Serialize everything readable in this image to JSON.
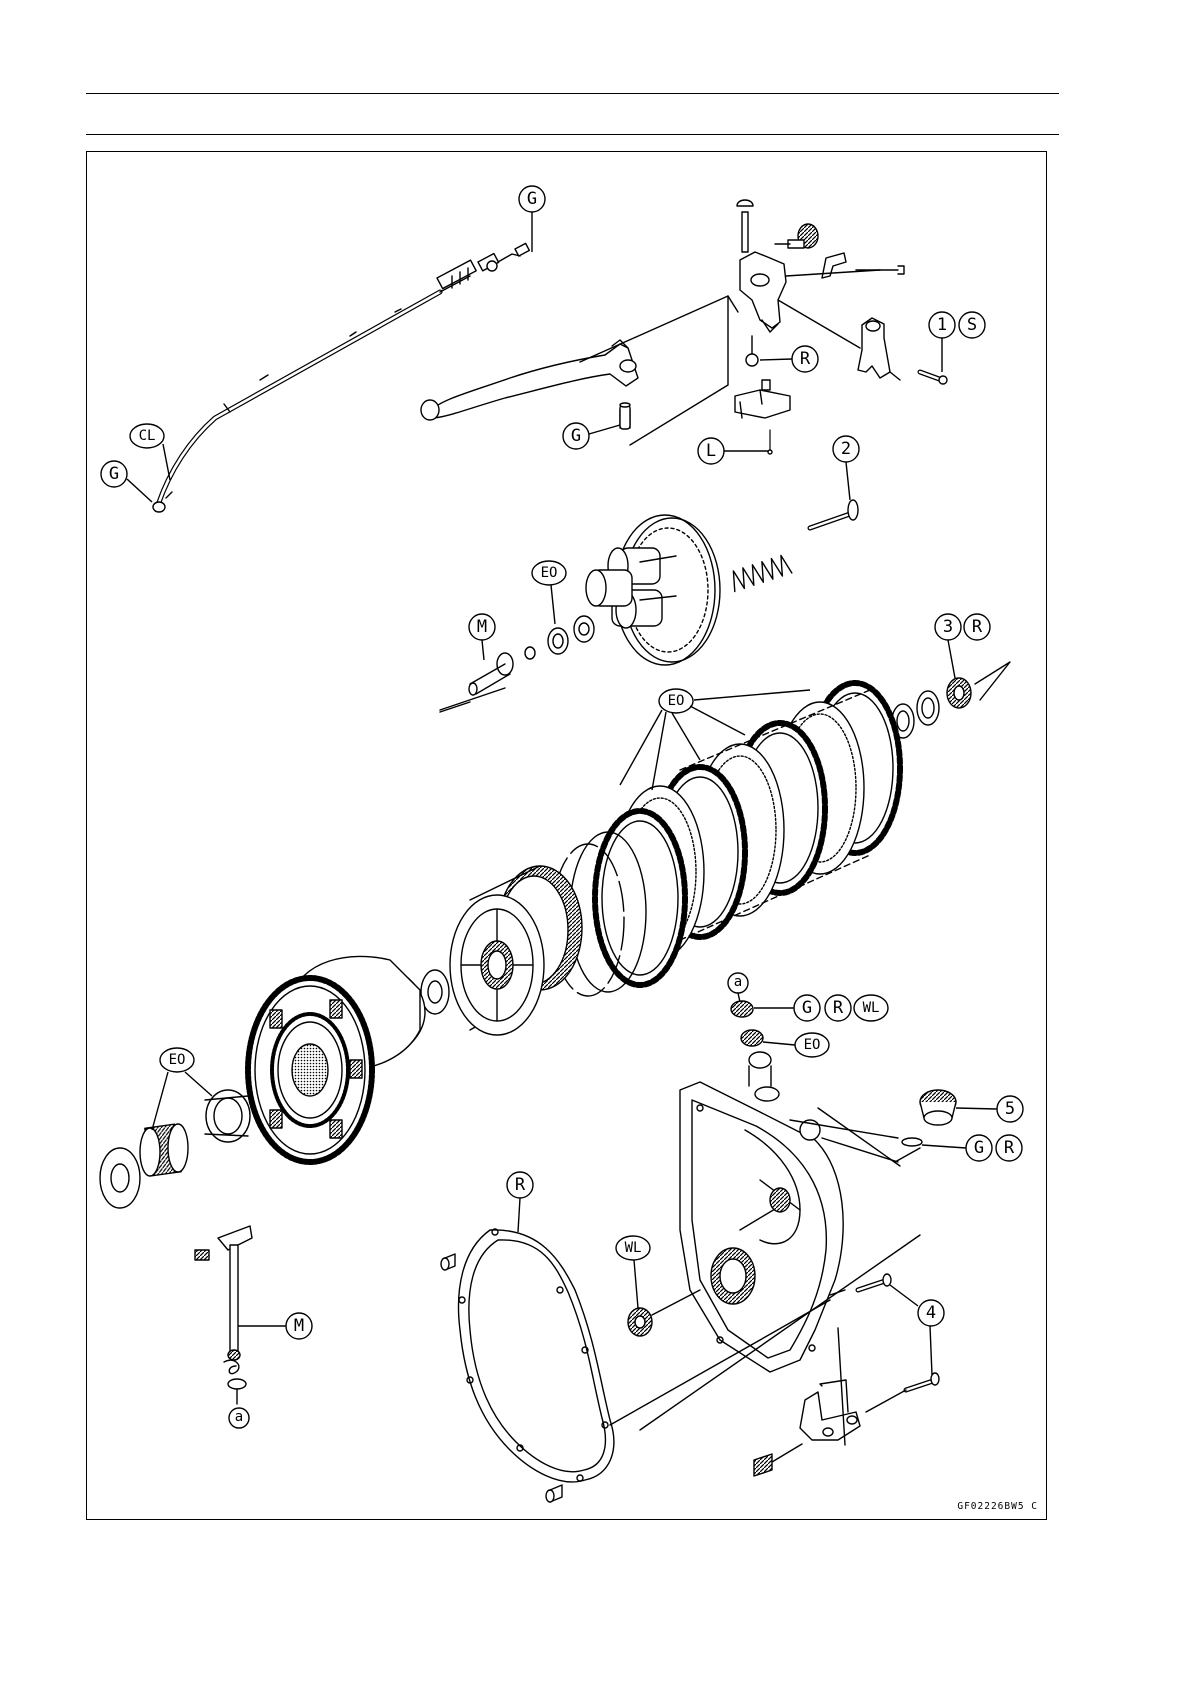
{
  "figure_code": "GF02226BW5 C",
  "callouts": {
    "g_cable_top": "G",
    "cl_cable": "CL",
    "g_cable_end": "G",
    "r_lever_nut": "R",
    "g_lever_pivot": "G",
    "l_switch_screw": "L",
    "n1": "1",
    "s_clamp": "S",
    "n2": "2",
    "eo_pusher": "EO",
    "m_pushrod": "M",
    "n3": "3",
    "r_nut": "R",
    "eo_plates": "EO",
    "a_top": "a",
    "g_bearing": "G",
    "r_bearing": "R",
    "wl_bearing": "WL",
    "eo_bushing": "EO",
    "n5": "5",
    "g_oring": "G",
    "r_oring": "R",
    "eo_needle": "EO",
    "r_gasket": "R",
    "wl_seal": "WL",
    "n4": "4",
    "m_shaft": "M",
    "a_bottom": "a"
  },
  "colors": {
    "line": "#000000",
    "background": "#ffffff"
  }
}
